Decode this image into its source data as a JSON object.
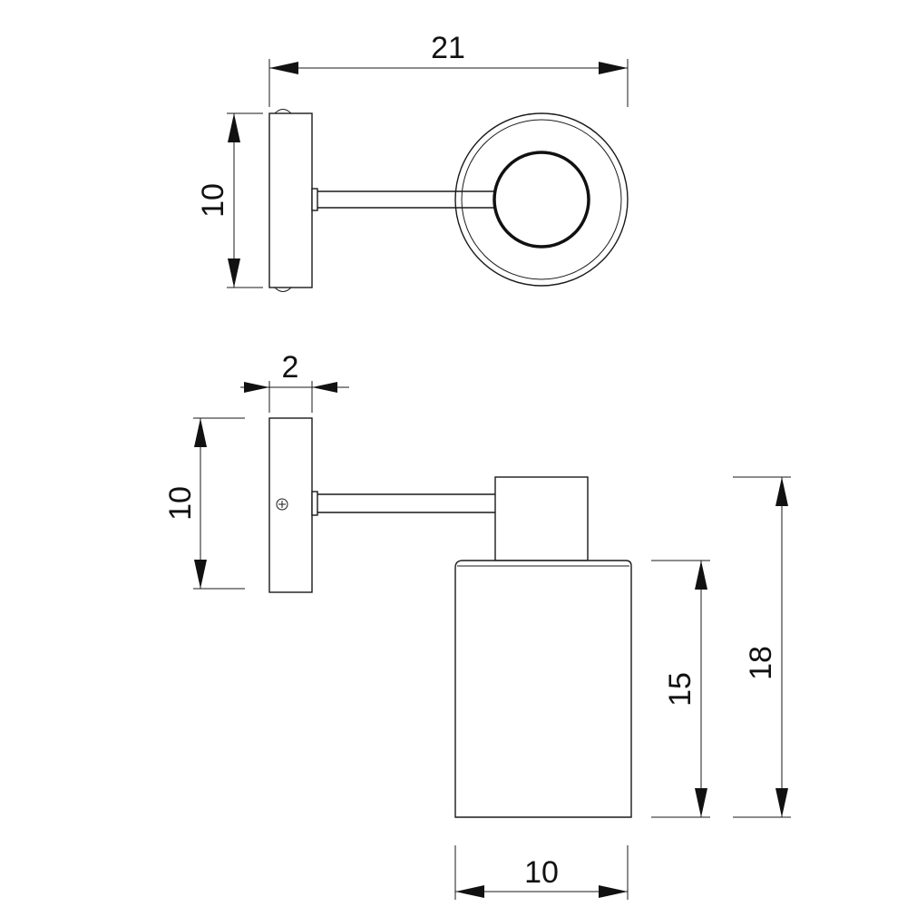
{
  "diagram": {
    "dimensions": {
      "top_width": "21",
      "top_height": "10",
      "base_depth": "2",
      "side_height": "10",
      "shade_height": "15",
      "total_height": "18",
      "shade_width": "10"
    }
  }
}
